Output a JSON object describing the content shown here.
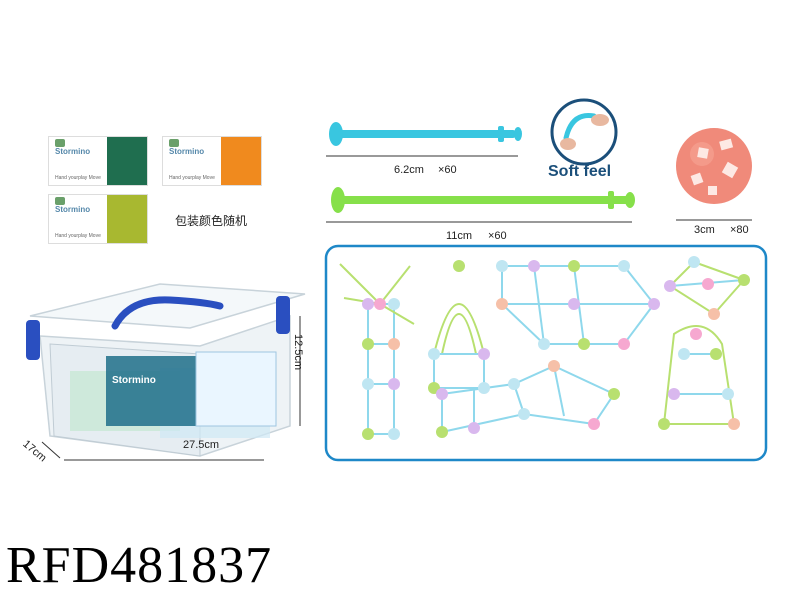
{
  "colors": {
    "stick_short": "#39c6e0",
    "stick_long": "#86e04a",
    "ball": "#f08a7a",
    "frame": "#1e88c8",
    "card_green": "#1f6e4f",
    "card_orange": "#f08a1e",
    "card_lime": "#a8b830",
    "box_handle": "#2a4fc0"
  },
  "packaging": {
    "card_text": "Stormino",
    "card_subtext": "Hand yourplay Move",
    "random_note": "包装颜色随机"
  },
  "parts": {
    "short_stick": {
      "size": "6.2cm",
      "qty": "×60"
    },
    "long_stick": {
      "size": "11cm",
      "qty": "×60"
    },
    "ball": {
      "size": "3cm",
      "qty": "×80"
    },
    "soft_feel_label": "Soft feel"
  },
  "box": {
    "width_label": "27.5cm",
    "depth_label": "17cm",
    "height_label": "12.5cm",
    "brand_label": "Stormino"
  },
  "product_code": "RFD481837",
  "icons": [
    "stick-icon",
    "ball-icon",
    "soft-feel-icon",
    "box-icon"
  ]
}
